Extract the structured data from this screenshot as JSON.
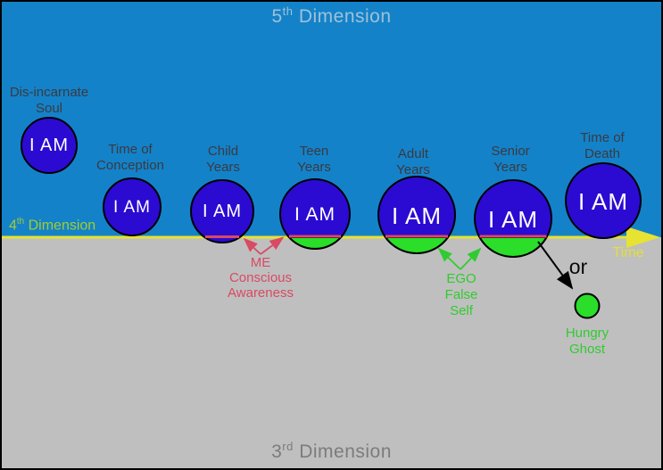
{
  "regions": {
    "fifth": {
      "num": "5",
      "sup": "th",
      "rest": " Dimension"
    },
    "fourth": {
      "num": "4",
      "sup": "th",
      "rest": " Dimension"
    },
    "third": {
      "num": "3",
      "sup": "rd",
      "rest": " Dimension"
    }
  },
  "axis": {
    "time_label": "Time"
  },
  "circles": [
    {
      "line1": "Dis-incarnate",
      "line2": "Soul",
      "iam": "I AM"
    },
    {
      "line1": "Time of",
      "line2": "Conception",
      "iam": "I AM"
    },
    {
      "line1": "Child",
      "line2": "Years",
      "iam": "I AM"
    },
    {
      "line1": "Teen",
      "line2": "Years",
      "iam": "I AM"
    },
    {
      "line1": "Adult",
      "line2": "Years",
      "iam": "I AM"
    },
    {
      "line1": "Senior",
      "line2": "Years",
      "iam": "I AM"
    },
    {
      "line1": "Time of",
      "line2": "Death",
      "iam": "I AM"
    }
  ],
  "annotations": {
    "me": {
      "line1": "ME",
      "line2": "Conscious",
      "line3": "Awareness"
    },
    "ego": {
      "line1": "EGO",
      "line2": "False",
      "line3": "Self"
    },
    "or_label": "or",
    "hungry": {
      "line1": "Hungry",
      "line2": "Ghost"
    }
  },
  "colors": {
    "sky_blue": "#1482C8",
    "ground_gray": "#BFBFBF",
    "circle_blue": "#2B0BD2",
    "segment_green": "#2ADE2A",
    "axis_yellow": "#E6E332",
    "me_red": "#D94A63",
    "ego_green": "#2FCC2F",
    "fifth_text": "#9EC1DA",
    "third_text": "#7C7C7C",
    "fourth_text": "#A2CC33",
    "label_gray": "#3A3A42"
  }
}
